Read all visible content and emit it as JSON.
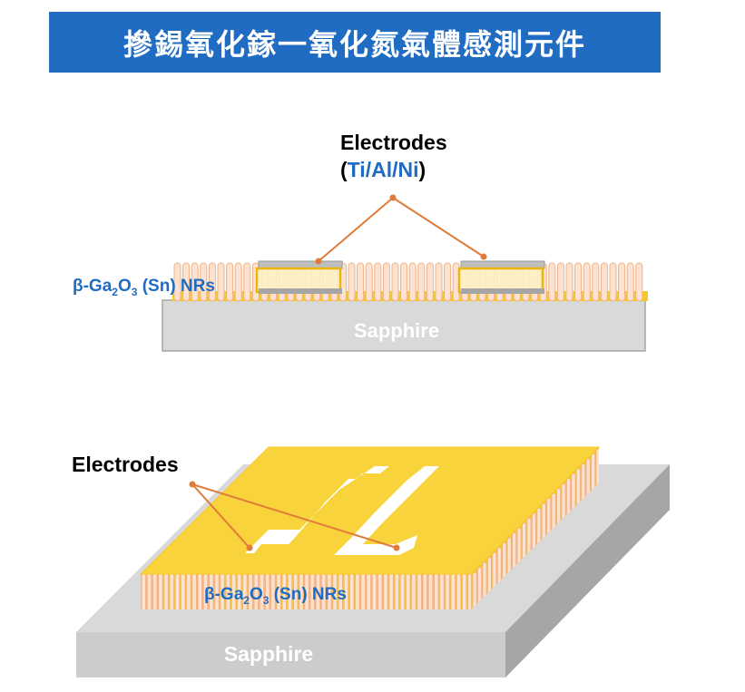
{
  "title": "摻錫氧化鎵一氧化氮氣體感測元件",
  "top_figure": {
    "electrodes_label": "Electrodes",
    "electrodes_material": "(Ti/Al/Ni)",
    "nr_label": {
      "prefix": "β-Ga",
      "sub1": "2",
      "mid": "O",
      "sub2": "3",
      "suffix": " (Sn) NRs"
    },
    "substrate_label": "Sapphire"
  },
  "bottom_figure": {
    "electrodes_label": "Electrodes",
    "nr_label": {
      "prefix": "β-Ga",
      "sub1": "2",
      "mid": "O",
      "sub2": "3",
      "suffix": " (Sn) NRs"
    },
    "substrate_label": "Sapphire"
  },
  "colors": {
    "title_bg": "#1f6cc2",
    "blue_text": "#1f6cc2",
    "nanorod_fill": "#fde3cf",
    "nanorod_stroke": "#f0b28a",
    "gold": "#f7c928",
    "gold_dark": "#e8b511",
    "sapphire_top": "#d9d9d9",
    "sapphire_side": "#a6a6a6",
    "leader": "#e07b39",
    "electrode_grey": "#bfbfbf"
  }
}
